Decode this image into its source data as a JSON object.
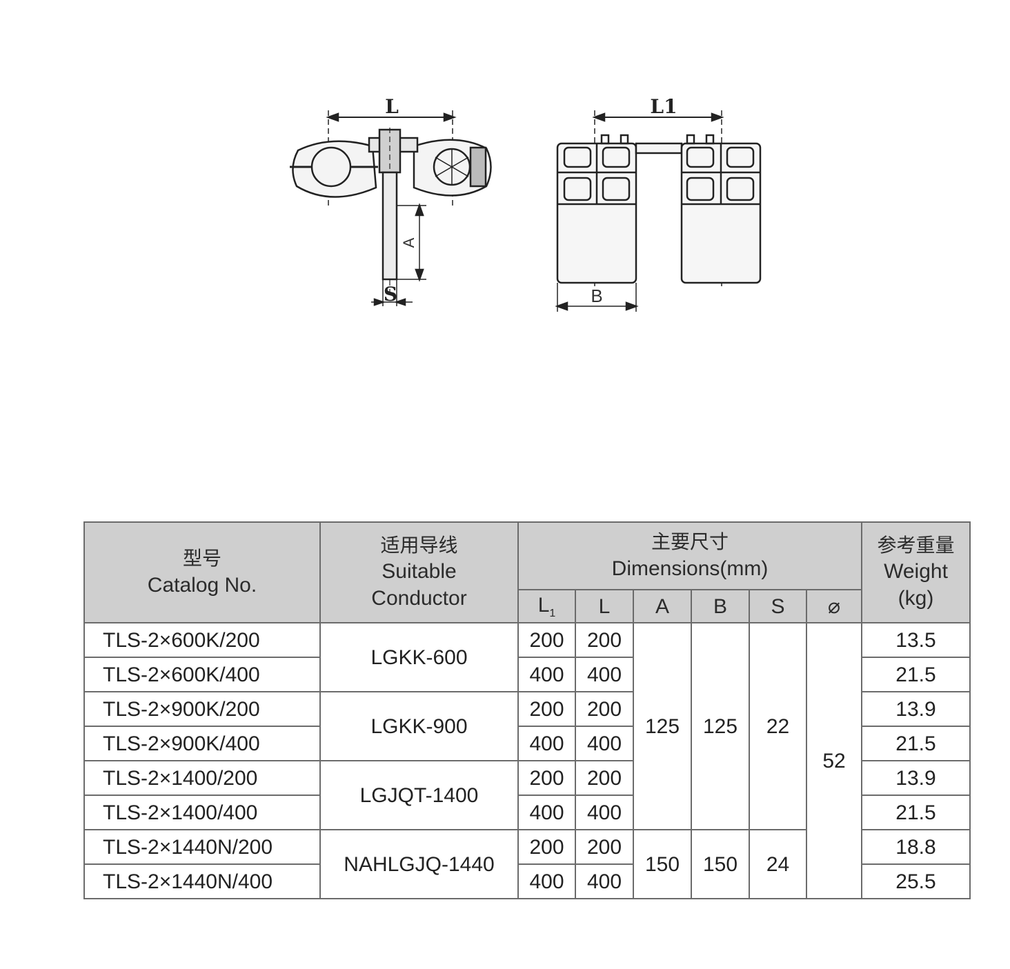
{
  "drawing": {
    "side_view": {
      "dim_L": "L",
      "dim_A": "A",
      "dim_S": "S"
    },
    "front_view": {
      "dim_L1": "L1",
      "dim_B": "B"
    }
  },
  "table": {
    "headers": {
      "catalog_zh": "型号",
      "catalog_en": "Catalog No.",
      "conductor_zh": "适用导线",
      "conductor_en_1": "Suitable",
      "conductor_en_2": "Conductor",
      "dimensions_zh": "主要尺寸",
      "dimensions_en": "Dimensions(mm)",
      "weight_zh": "参考重量",
      "weight_en_1": "Weight",
      "weight_en_2": "(kg)",
      "sub": {
        "L1": "L",
        "L1_sub": "1",
        "L": "L",
        "A": "A",
        "B": "B",
        "S": "S",
        "phi": "⌀"
      }
    },
    "rows": [
      {
        "model": "TLS-2×600K/200",
        "L1": "200",
        "L": "200",
        "weight": "13.5"
      },
      {
        "model": "TLS-2×600K/400",
        "L1": "400",
        "L": "400",
        "weight": "21.5"
      },
      {
        "model": "TLS-2×900K/200",
        "L1": "200",
        "L": "200",
        "weight": "13.9"
      },
      {
        "model": "TLS-2×900K/400",
        "L1": "400",
        "L": "400",
        "weight": "21.5"
      },
      {
        "model": "TLS-2×1400/200",
        "L1": "200",
        "L": "200",
        "weight": "13.9"
      },
      {
        "model": "TLS-2×1400/400",
        "L1": "400",
        "L": "400",
        "weight": "21.5"
      },
      {
        "model": "TLS-2×1440N/200",
        "L1": "200",
        "L": "200",
        "weight": "18.8"
      },
      {
        "model": "TLS-2×1440N/400",
        "L1": "400",
        "L": "400",
        "weight": "25.5"
      }
    ],
    "conductors": [
      "LGKK-600",
      "LGKK-900",
      "LGJQT-1400",
      "NAHLGJQ-1440"
    ],
    "groups": {
      "A_1": "125",
      "B_1": "125",
      "A_2": "150",
      "B_2": "150",
      "S_1": "22",
      "S_2": "24",
      "phi": "52"
    }
  }
}
